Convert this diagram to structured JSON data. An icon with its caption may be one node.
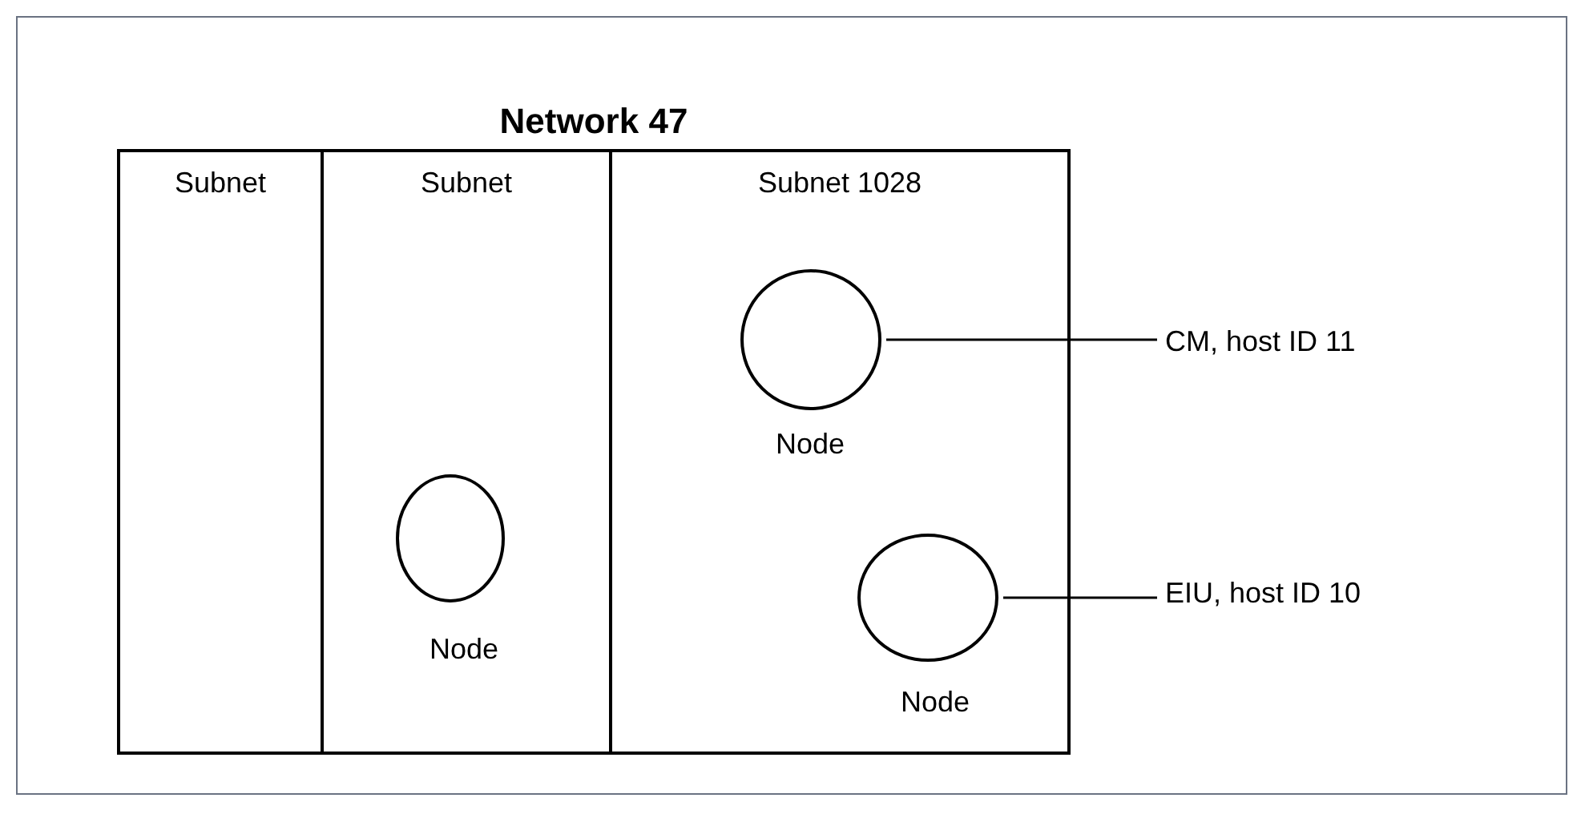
{
  "diagram": {
    "nodes": [
      {
        "text": [
          "Network 47"
        ]
      },
      {
        "text": [
          "Subnet"
        ],
        "in": 0
      },
      {
        "text": [
          "Subnet"
        ],
        "in": 0
      },
      {
        "text": [
          "Subnet 1028"
        ],
        "in": 0
      },
      {
        "text": [],
        "shape": "circle",
        "beside": [
          "Node"
        ],
        "in": 3
      },
      {
        "text": [
          "CM, host ID 11"
        ]
      },
      {
        "text": [],
        "shape": "circle",
        "beside": [
          "Node"
        ],
        "in": 2
      },
      {
        "text": [],
        "shape": "circle",
        "beside": [
          "Node"
        ],
        "in": 3
      },
      {
        "text": [
          "EIU, host ID 10"
        ]
      }
    ],
    "edges": [
      {
        "from": 5,
        "to": 4,
        "arrow": "none"
      },
      {
        "from": 8,
        "to": 7,
        "arrow": "none"
      }
    ]
  }
}
